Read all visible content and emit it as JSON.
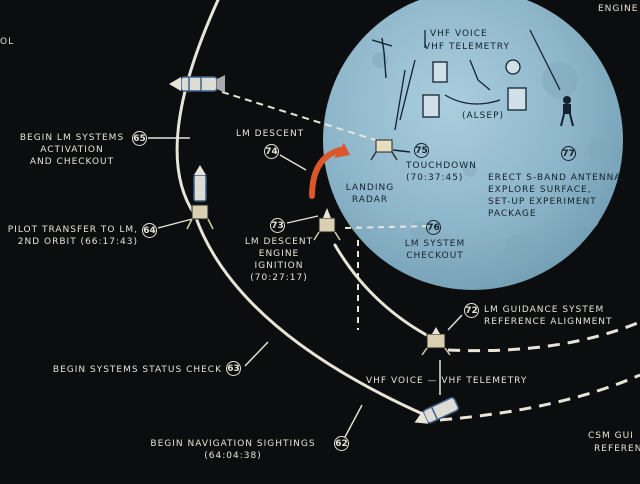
{
  "colors": {
    "background": "#0b0d0e",
    "moon": "#8fb8cc",
    "orbit_line": "#e8e4d8",
    "label_text": "#e7e3d6",
    "moon_text": "#142230",
    "descent_arrow": "#d9572a"
  },
  "corner_labels": {
    "top_left": "OL",
    "top_right": "ENGINE",
    "bottom_right_1": "CSM GUI",
    "bottom_right_2": "REFEREN"
  },
  "events": {
    "e62": {
      "number": "62",
      "line1": "BEGIN NAVIGATION SIGHTINGS",
      "line2": "(64:04:38)"
    },
    "e63": {
      "number": "63",
      "line1": "BEGIN SYSTEMS STATUS CHECK"
    },
    "e64": {
      "number": "64",
      "line1": "PILOT TRANSFER TO LM,",
      "line2": "2ND ORBIT (66:17:43)"
    },
    "e65": {
      "number": "65",
      "line1": "BEGIN LM SYSTEMS",
      "line2": "ACTIVATION",
      "line3": "AND CHECKOUT"
    },
    "e72": {
      "number": "72",
      "line1": "LM GUIDANCE SYSTEM",
      "line2": "REFERENCE ALIGNMENT"
    },
    "e73": {
      "number": "73",
      "line1": "LM DESCENT",
      "line2": "ENGINE",
      "line3": "IGNITION",
      "line4": "(70:27:17)"
    },
    "e74": {
      "number": "74",
      "line1": "LM DESCENT"
    },
    "e75": {
      "number": "75",
      "line1": "TOUCHDOWN",
      "line2": "(70:37:45)"
    },
    "e76": {
      "number": "76",
      "line1": "LM SYSTEM",
      "line2": "CHECKOUT"
    },
    "e77": {
      "number": "77",
      "line1": "ERECT S-BAND ANTENNA,",
      "line2": "EXPLORE SURFACE,",
      "line3": "SET-UP EXPERIMENT",
      "line4": "PACKAGE"
    }
  },
  "surface_labels": {
    "vhf_voice": "VHF VOICE",
    "vhf_telemetry": "VHF TELEMETRY",
    "alsep": "(ALSEP)",
    "landing_radar_1": "LANDING",
    "landing_radar_2": "RADAR"
  },
  "link_label": "VHF VOICE — VHF TELEMETRY",
  "icons": {
    "csm_top": "csm-spacecraft-icon",
    "lm_docked": "docked-lm-csm-icon",
    "lm_ignition": "lunar-module-icon",
    "lm_landed": "lunar-module-icon",
    "lm_orbit": "lunar-module-icon",
    "csm_orbit": "csm-spacecraft-icon",
    "astronaut": "astronaut-icon",
    "s_band_antenna": "antenna-icon",
    "alsep_package": "experiment-package-icon"
  }
}
